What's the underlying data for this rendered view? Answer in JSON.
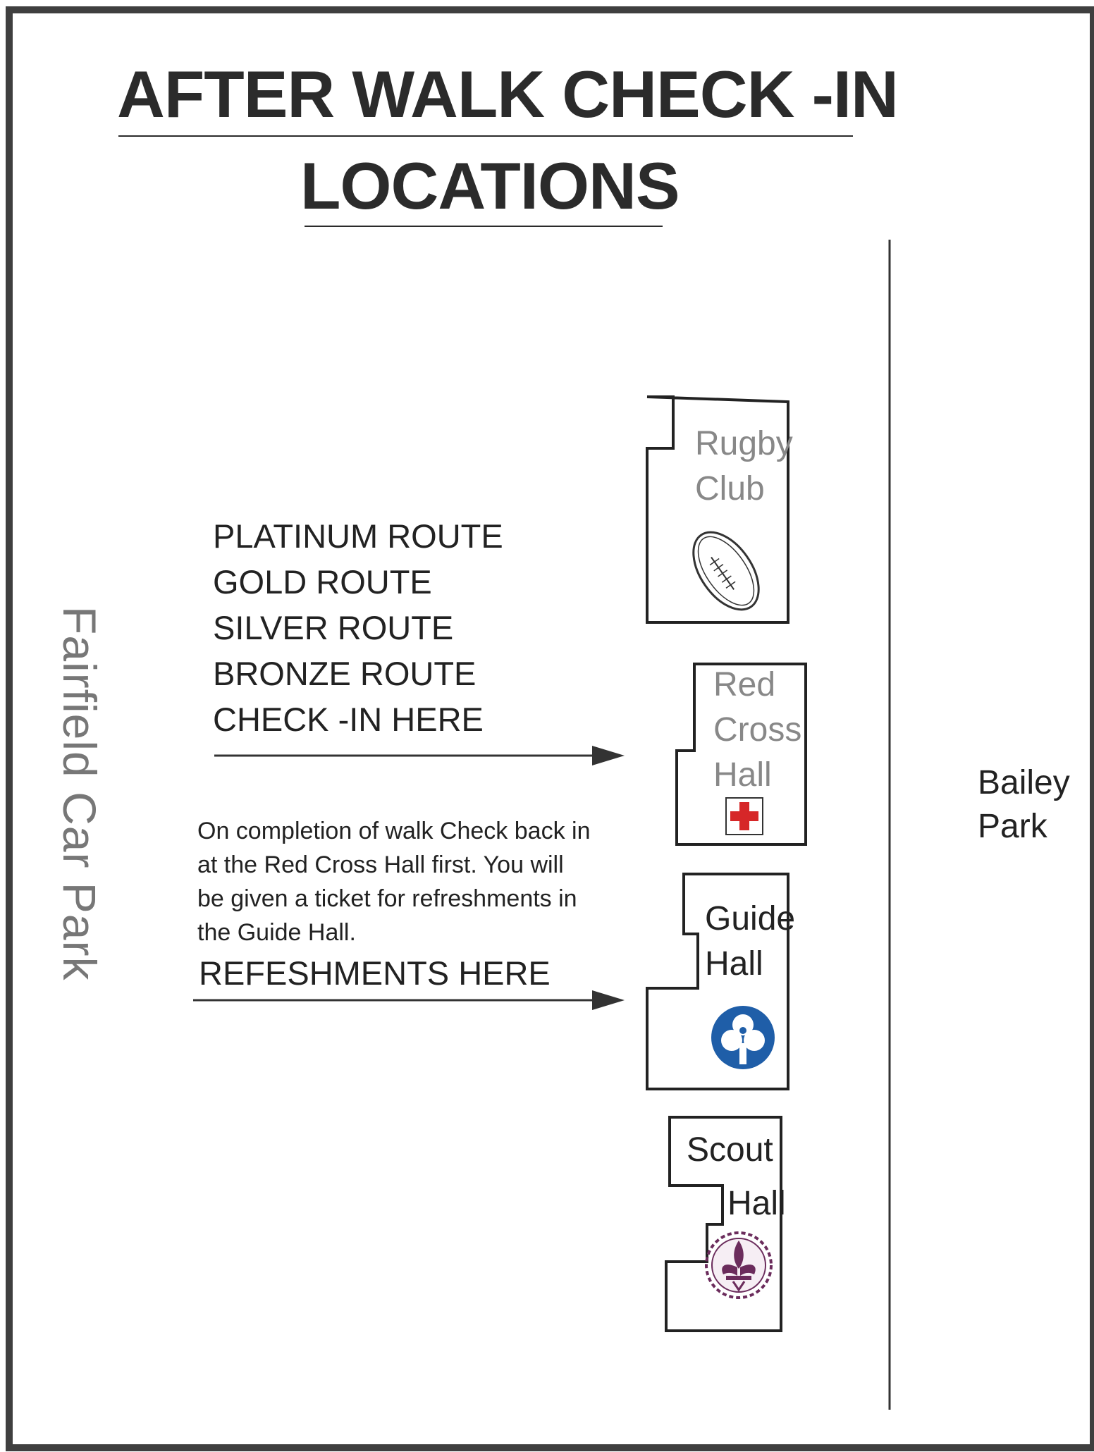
{
  "title": {
    "line1": "AFTER WALK CHECK -IN",
    "line2": "LOCATIONS"
  },
  "routes": [
    "PLATINUM ROUTE",
    "GOLD ROUTE",
    "SILVER ROUTE",
    "BRONZE ROUTE",
    "CHECK -IN HERE"
  ],
  "note": "On completion of walk Check back in at the Red Cross Hall first. You will be given a ticket for refreshments in the Guide Hall.",
  "refreshments_label": "REFESHMENTS HERE",
  "car_park_label": "Fairfield Car Park",
  "park_label": {
    "line1": "Bailey",
    "line2": "Park"
  },
  "buildings": {
    "rugby": {
      "line1": "Rugby",
      "line2": "Club"
    },
    "redcross": {
      "line1": "Red",
      "line2": "Cross",
      "line3": "Hall"
    },
    "guide": {
      "line1": "Guide",
      "line2": "Hall"
    },
    "scout": {
      "line1": "Scout",
      "line2": "Hall"
    }
  },
  "colors": {
    "border": "#3f3f3f",
    "red_cross": "#d62728",
    "guide_blue": "#1f5ea8",
    "scout_purple": "#6b2c5c",
    "label_grey": "#888888"
  },
  "icons": [
    "rugby-ball-icon",
    "red-cross-icon",
    "trefoil-icon",
    "fleur-de-lis-icon"
  ]
}
